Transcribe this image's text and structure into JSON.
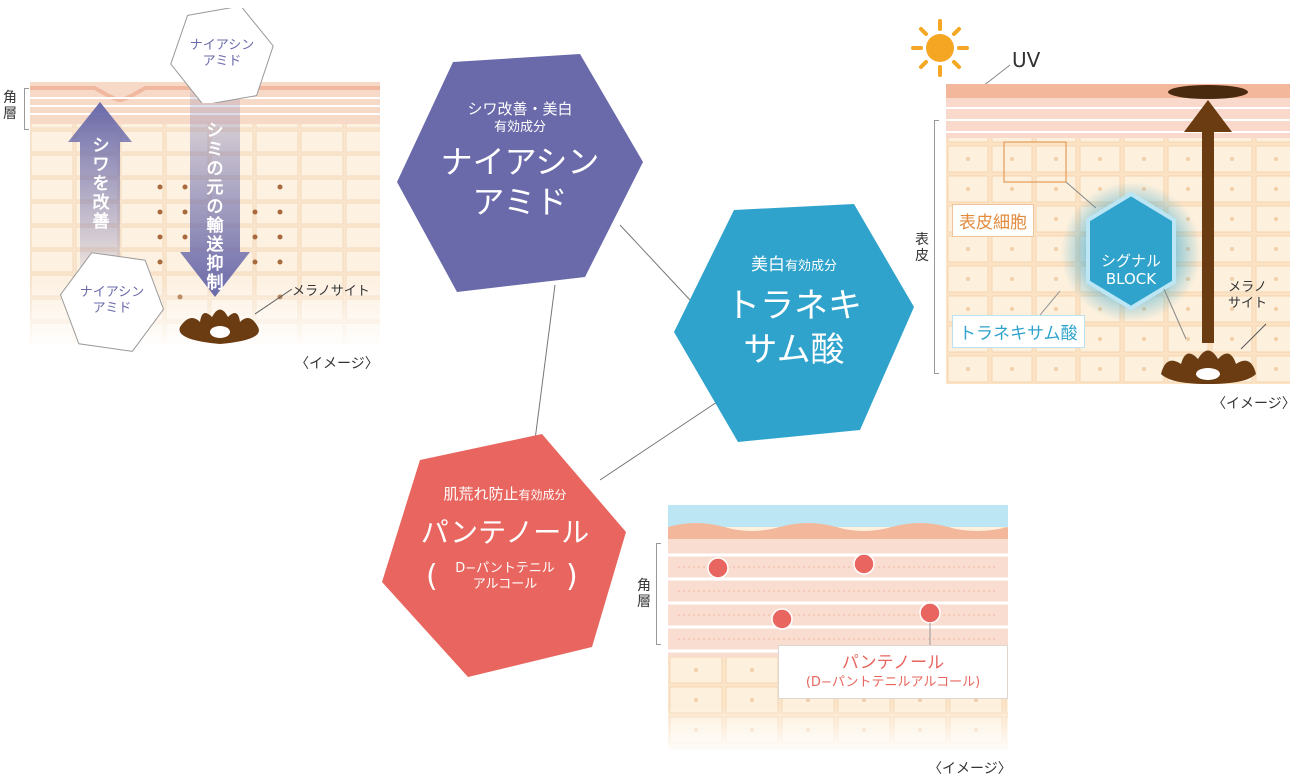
{
  "hexagons": {
    "niacinamide": {
      "subtitle_line1": "シワ改善・美白",
      "subtitle_line2": "有効成分",
      "title_line1": "ナイアシン",
      "title_line2": "アミド",
      "color": "#6a6aaa"
    },
    "tranexamic": {
      "subtitle_main": "美白",
      "subtitle_small": "有効成分",
      "title_line1": "トラネキ",
      "title_line2": "サム酸",
      "color": "#2fa3cc"
    },
    "panthenol": {
      "subtitle_main": "肌荒れ防止",
      "subtitle_small": "有効成分",
      "title": "パンテノール",
      "paren_line1": "D−パントテニル",
      "paren_line2": "アルコール",
      "paren_open": "(",
      "paren_close": ")",
      "color": "#e8665f"
    }
  },
  "left_panel": {
    "layer_label": "角層",
    "hex_top_line1": "ナイアシン",
    "hex_top_line2": "アミド",
    "hex_bottom_line1": "ナイアシン",
    "hex_bottom_line2": "アミド",
    "arrow_up_text": "シワを改善",
    "arrow_down_text": "シミの元の輸送抑制",
    "melanocyte_label": "メラノサイト",
    "image_caption": "〈イメージ〉"
  },
  "right_panel": {
    "uv_label": "UV",
    "layer_label": "表皮",
    "cell_label": "表皮細胞",
    "signal_line1": "シグナル",
    "signal_line2": "BLOCK",
    "tranexamic_label": "トラネキサム酸",
    "melanocyte_line1": "メラノ",
    "melanocyte_line2": "サイト",
    "image_caption": "〈イメージ〉"
  },
  "bottom_panel": {
    "layer_label": "角層",
    "label_line1": "パンテノール",
    "label_line2": "(D−パントテニルアルコール)",
    "image_caption": "〈イメージ〉"
  },
  "colors": {
    "skin_light": "#fbe8cf",
    "skin_pink": "#f7d6c8",
    "melanin_brown": "#6b3b12"
  }
}
